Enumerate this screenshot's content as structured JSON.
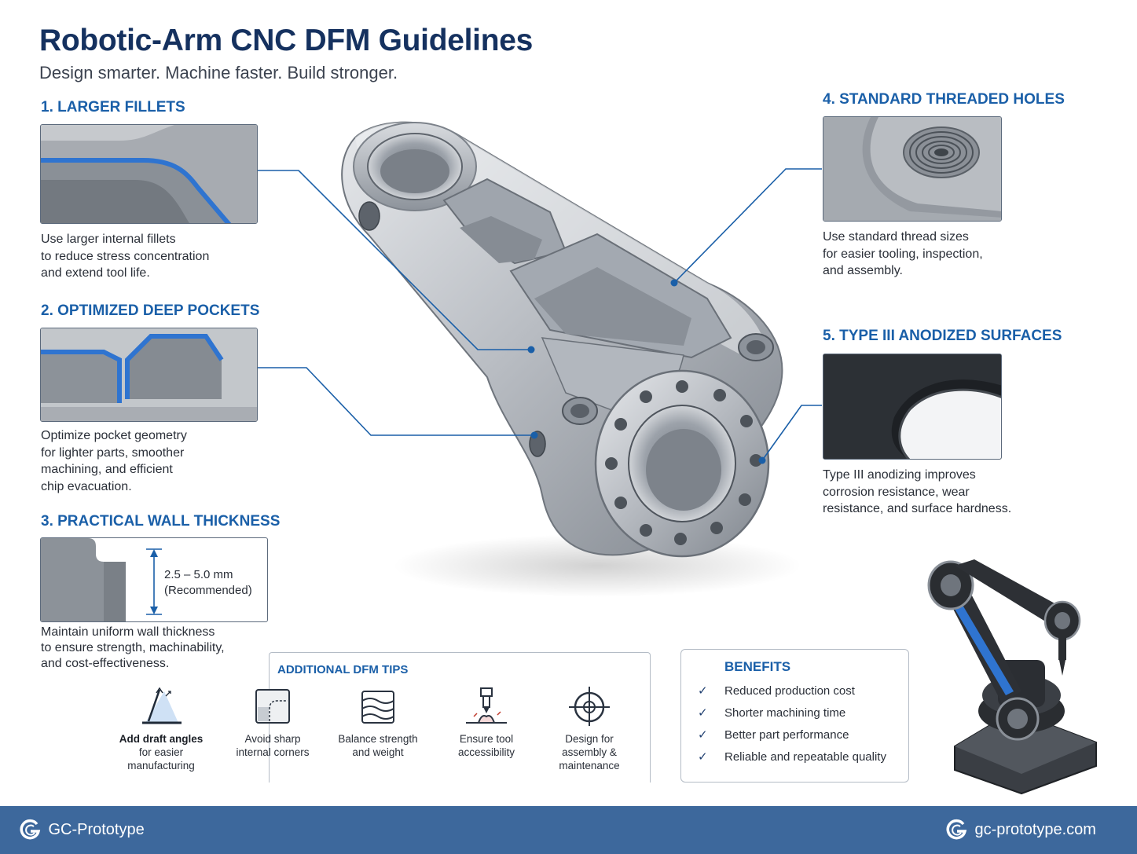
{
  "header": {
    "title": "Robotic-Arm CNC DFM Guidelines",
    "subtitle": "Design smarter. Machine faster. Build stronger."
  },
  "sections": {
    "fillets": {
      "heading": "1. LARGER FILLETS",
      "description": "Use larger internal fillets\nto reduce stress concentration\nand extend tool life."
    },
    "pockets": {
      "heading": "2. OPTIMIZED DEEP POCKETS",
      "description": "Optimize pocket geometry\nfor lighter parts, smoother\nmachining, and efficient\nchip evacuation."
    },
    "wall": {
      "heading": "3. PRACTICAL WALL THICKNESS",
      "dimension": "2.5 – 5.0 mm",
      "dimension_note": "(Recommended)",
      "description": "Maintain uniform wall thickness\nto ensure strength, machinability,\nand cost-effectiveness."
    },
    "threads": {
      "heading": "4. STANDARD THREADED HOLES",
      "description": "Use standard thread sizes\nfor easier tooling, inspection,\nand assembly."
    },
    "anodized": {
      "heading": "5. TYPE III ANODIZED SURFACES",
      "description": "Type III anodizing improves\ncorrosion resistance, wear\nresistance, and surface hardness."
    }
  },
  "tips": {
    "heading": "ADDITIONAL DFM TIPS",
    "items": [
      {
        "label": "Add draft angles",
        "sublabel": "for easier\nmanufacturing",
        "icon": "draft-angle-icon"
      },
      {
        "label": "Avoid sharp\ninternal corners",
        "icon": "corner-radius-icon"
      },
      {
        "label": "Balance strength\nand weight",
        "icon": "layers-icon"
      },
      {
        "label": "Ensure tool\naccessibility",
        "icon": "end-mill-icon"
      },
      {
        "label": "Design for\nassembly &\nmaintenance",
        "icon": "crosshair-icon"
      }
    ]
  },
  "benefits": {
    "heading": "BENEFITS",
    "items": [
      "Reduced production cost",
      "Shorter machining time",
      "Better part performance",
      "Reliable and repeatable quality"
    ]
  },
  "footer": {
    "brand": "GC-Prototype",
    "website": "gc-prototype.com"
  },
  "colors": {
    "title": "#15315f",
    "accent": "#1a5fa8",
    "highlight": "#2f74d0",
    "footer": "#3d689c"
  }
}
